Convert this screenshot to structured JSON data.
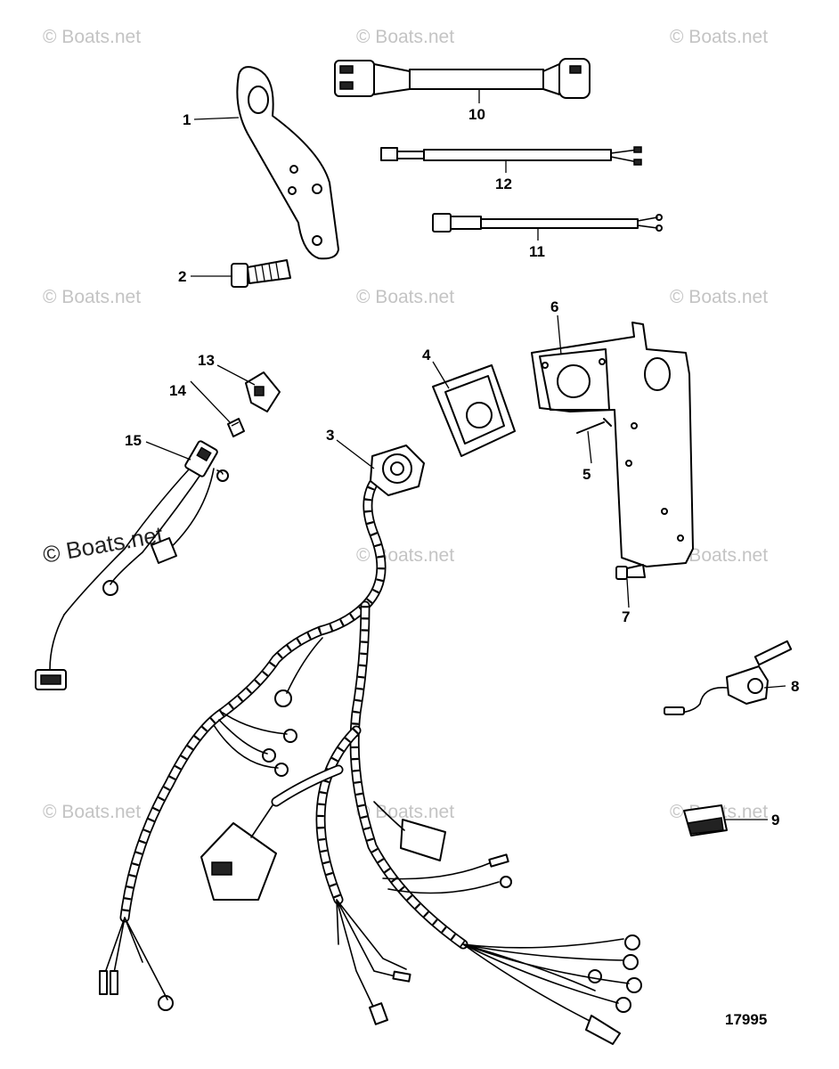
{
  "diagram": {
    "reference_number": "17995",
    "watermark": "© Boats.net",
    "callouts": [
      "1",
      "2",
      "3",
      "4",
      "5",
      "6",
      "7",
      "8",
      "9",
      "10",
      "11",
      "12",
      "13",
      "14",
      "15"
    ]
  }
}
